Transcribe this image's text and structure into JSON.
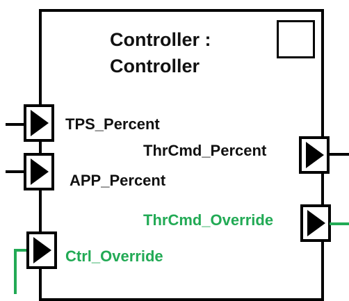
{
  "block": {
    "title_line1": "Controller :",
    "title_line2": "Controller"
  },
  "ports": {
    "in": [
      {
        "label": "TPS_Percent",
        "color": "#111111"
      },
      {
        "label": "APP_Percent",
        "color": "#111111"
      },
      {
        "label": "Ctrl_Override",
        "color": "#22aa55"
      }
    ],
    "out": [
      {
        "label": "ThrCmd_Percent",
        "color": "#111111"
      },
      {
        "label": "ThrCmd_Override",
        "color": "#22aa55"
      }
    ]
  },
  "colors": {
    "border": "#000000",
    "override_signal": "#22aa55"
  },
  "icons": {
    "port_arrow": "play-triangle-icon",
    "stereotype": "empty-square-icon"
  }
}
